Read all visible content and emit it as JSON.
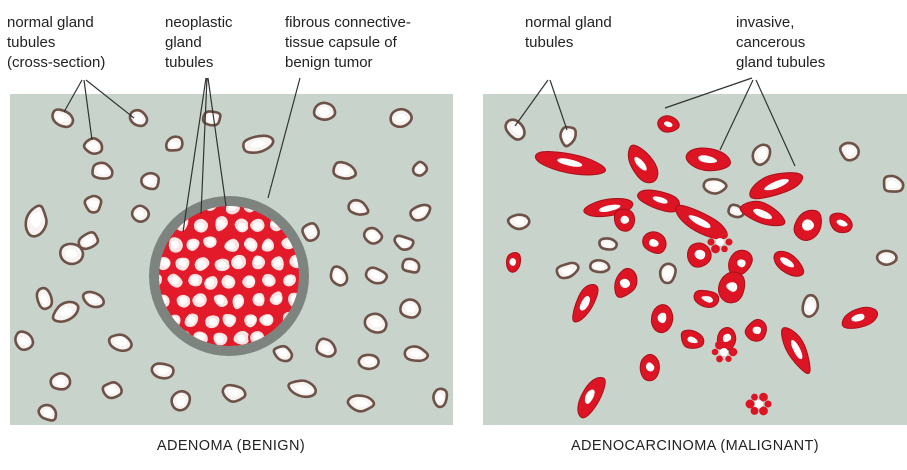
{
  "left_panel": {
    "caption": "ADENOMA (BENIGN)",
    "labels": {
      "normal": [
        "normal gland",
        "tubules",
        "(cross-section)"
      ],
      "neoplastic": [
        "neoplastic",
        "gland",
        "tubules"
      ],
      "capsule": [
        "fibrous connective-",
        "tissue capsule of",
        "benign tumor"
      ]
    }
  },
  "right_panel": {
    "caption": "ADENOCARCINOMA (MALIGNANT)",
    "labels": {
      "normal": [
        "normal gland",
        "tubules"
      ],
      "invasive": [
        "invasive,",
        "cancerous",
        "gland tubules"
      ]
    }
  },
  "colors": {
    "stroma": "#c8d3cb",
    "capsule": "#7d847f",
    "tubule_outline": "#6e5248",
    "lumen": "#ffffff",
    "cancer_red": "#dd1423",
    "neoplastic_red": "#e21a2a"
  }
}
